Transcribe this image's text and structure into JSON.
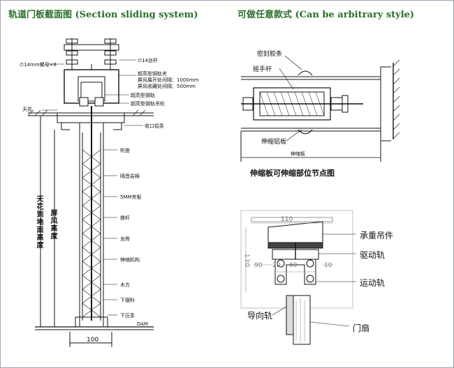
{
  "left_title": "轨道门板截面图 (Section sliding system)",
  "right_title": "可做任意款式 (Can be arbitrary style)",
  "left_diagram": {
    "labels": {
      "nut": "∅14mm螺母×8",
      "rod": "∅14丝杆",
      "rail_clamp": "超高型钢轨夹",
      "spacing1": "屏风展开处间隔：1000mm",
      "spacing2": "屏风收藏处间隔：500mm",
      "rail": "超高型钢轨",
      "wheel": "超高型钢轨吊轮",
      "ceiling": "天花",
      "edge_strip": "收口铝条",
      "wheel_seat": "轮座",
      "insulation": "隔音岩棉",
      "board": "5MM夹板",
      "handle": "撑杆",
      "keel": "龙骨",
      "telescopic": "伸缩机构",
      "wood": "木方",
      "lower_strip": "下摆料",
      "lower_plate": "下压条",
      "floor": "DAM",
      "dim_bottom": "100",
      "height_total": "天花到地面高度",
      "height_screen": "屏风高度"
    }
  },
  "right_top_diagram": {
    "labels": {
      "seal": "密封胶条",
      "lever": "摇手杆",
      "tele_plate": "伸缩铝板",
      "tele_dim": "伸缩板"
    },
    "caption": "伸缩板可伸缩部位节点图"
  },
  "right_bottom_diagram": {
    "labels": {
      "hanger": "承重吊件",
      "drive_rail": "驱动轨",
      "moving_rail": "运动轨",
      "guide_rail": "导向轨",
      "door_leaf": "门扇"
    },
    "dims": {
      "top": "110",
      "height": "130",
      "d90": "90",
      "d20": "20",
      "d60": "60",
      "d10": "10"
    }
  },
  "colors": {
    "title": "#2a6f2a",
    "frame": "#9aa9b8",
    "line": "#111111"
  }
}
